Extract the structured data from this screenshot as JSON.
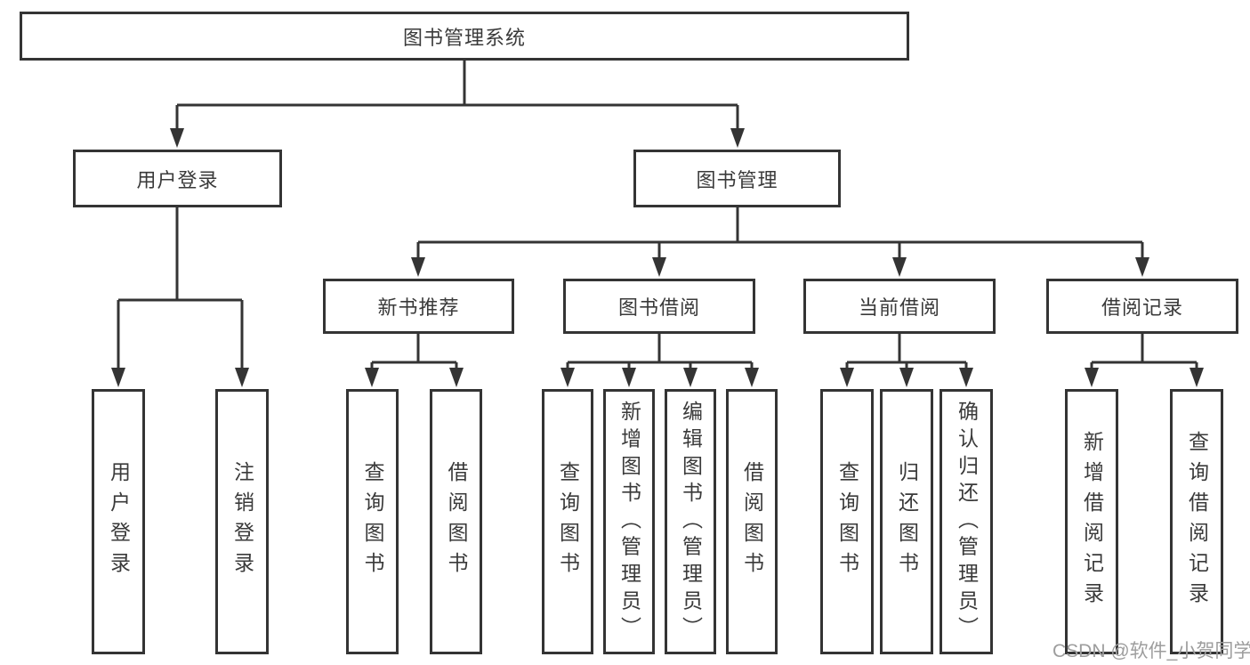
{
  "diagram": {
    "nodes": [
      {
        "id": "root",
        "label": "图书管理系统"
      },
      {
        "id": "user-login",
        "label": "用户登录"
      },
      {
        "id": "book-management",
        "label": "图书管理"
      },
      {
        "id": "new-book-recommend",
        "label": "新书推荐"
      },
      {
        "id": "book-borrowing",
        "label": "图书借阅"
      },
      {
        "id": "current-borrowing",
        "label": "当前借阅"
      },
      {
        "id": "borrowing-records",
        "label": "借阅记录"
      },
      {
        "id": "user-login-leaf",
        "label": "用户登录"
      },
      {
        "id": "logout-leaf",
        "label": "注销登录"
      },
      {
        "id": "nbr-query-books",
        "label": "查询图书"
      },
      {
        "id": "nbr-borrow-books",
        "label": "借阅图书"
      },
      {
        "id": "bb-query-books",
        "label": "查询图书"
      },
      {
        "id": "bb-add-books-admin",
        "label": "新增图书（管理员）"
      },
      {
        "id": "bb-edit-books-admin",
        "label": "编辑图书（管理员）"
      },
      {
        "id": "bb-borrow-books",
        "label": "借阅图书"
      },
      {
        "id": "cb-query-books",
        "label": "查询图书"
      },
      {
        "id": "cb-return-books",
        "label": "归还图书"
      },
      {
        "id": "cb-confirm-return-admin",
        "label": "确认归还（管理员）"
      },
      {
        "id": "br-add-record",
        "label": "新增借阅记录"
      },
      {
        "id": "br-query-record",
        "label": "查询借阅记录"
      }
    ]
  },
  "watermark": {
    "text": "CSDN @软件_小贺同学"
  },
  "colors": {
    "line": "#343434",
    "node_border": "#343434",
    "node_text": "#3a3a3a",
    "background": "#ffffff",
    "watermark_text": "#9d9d9d"
  }
}
